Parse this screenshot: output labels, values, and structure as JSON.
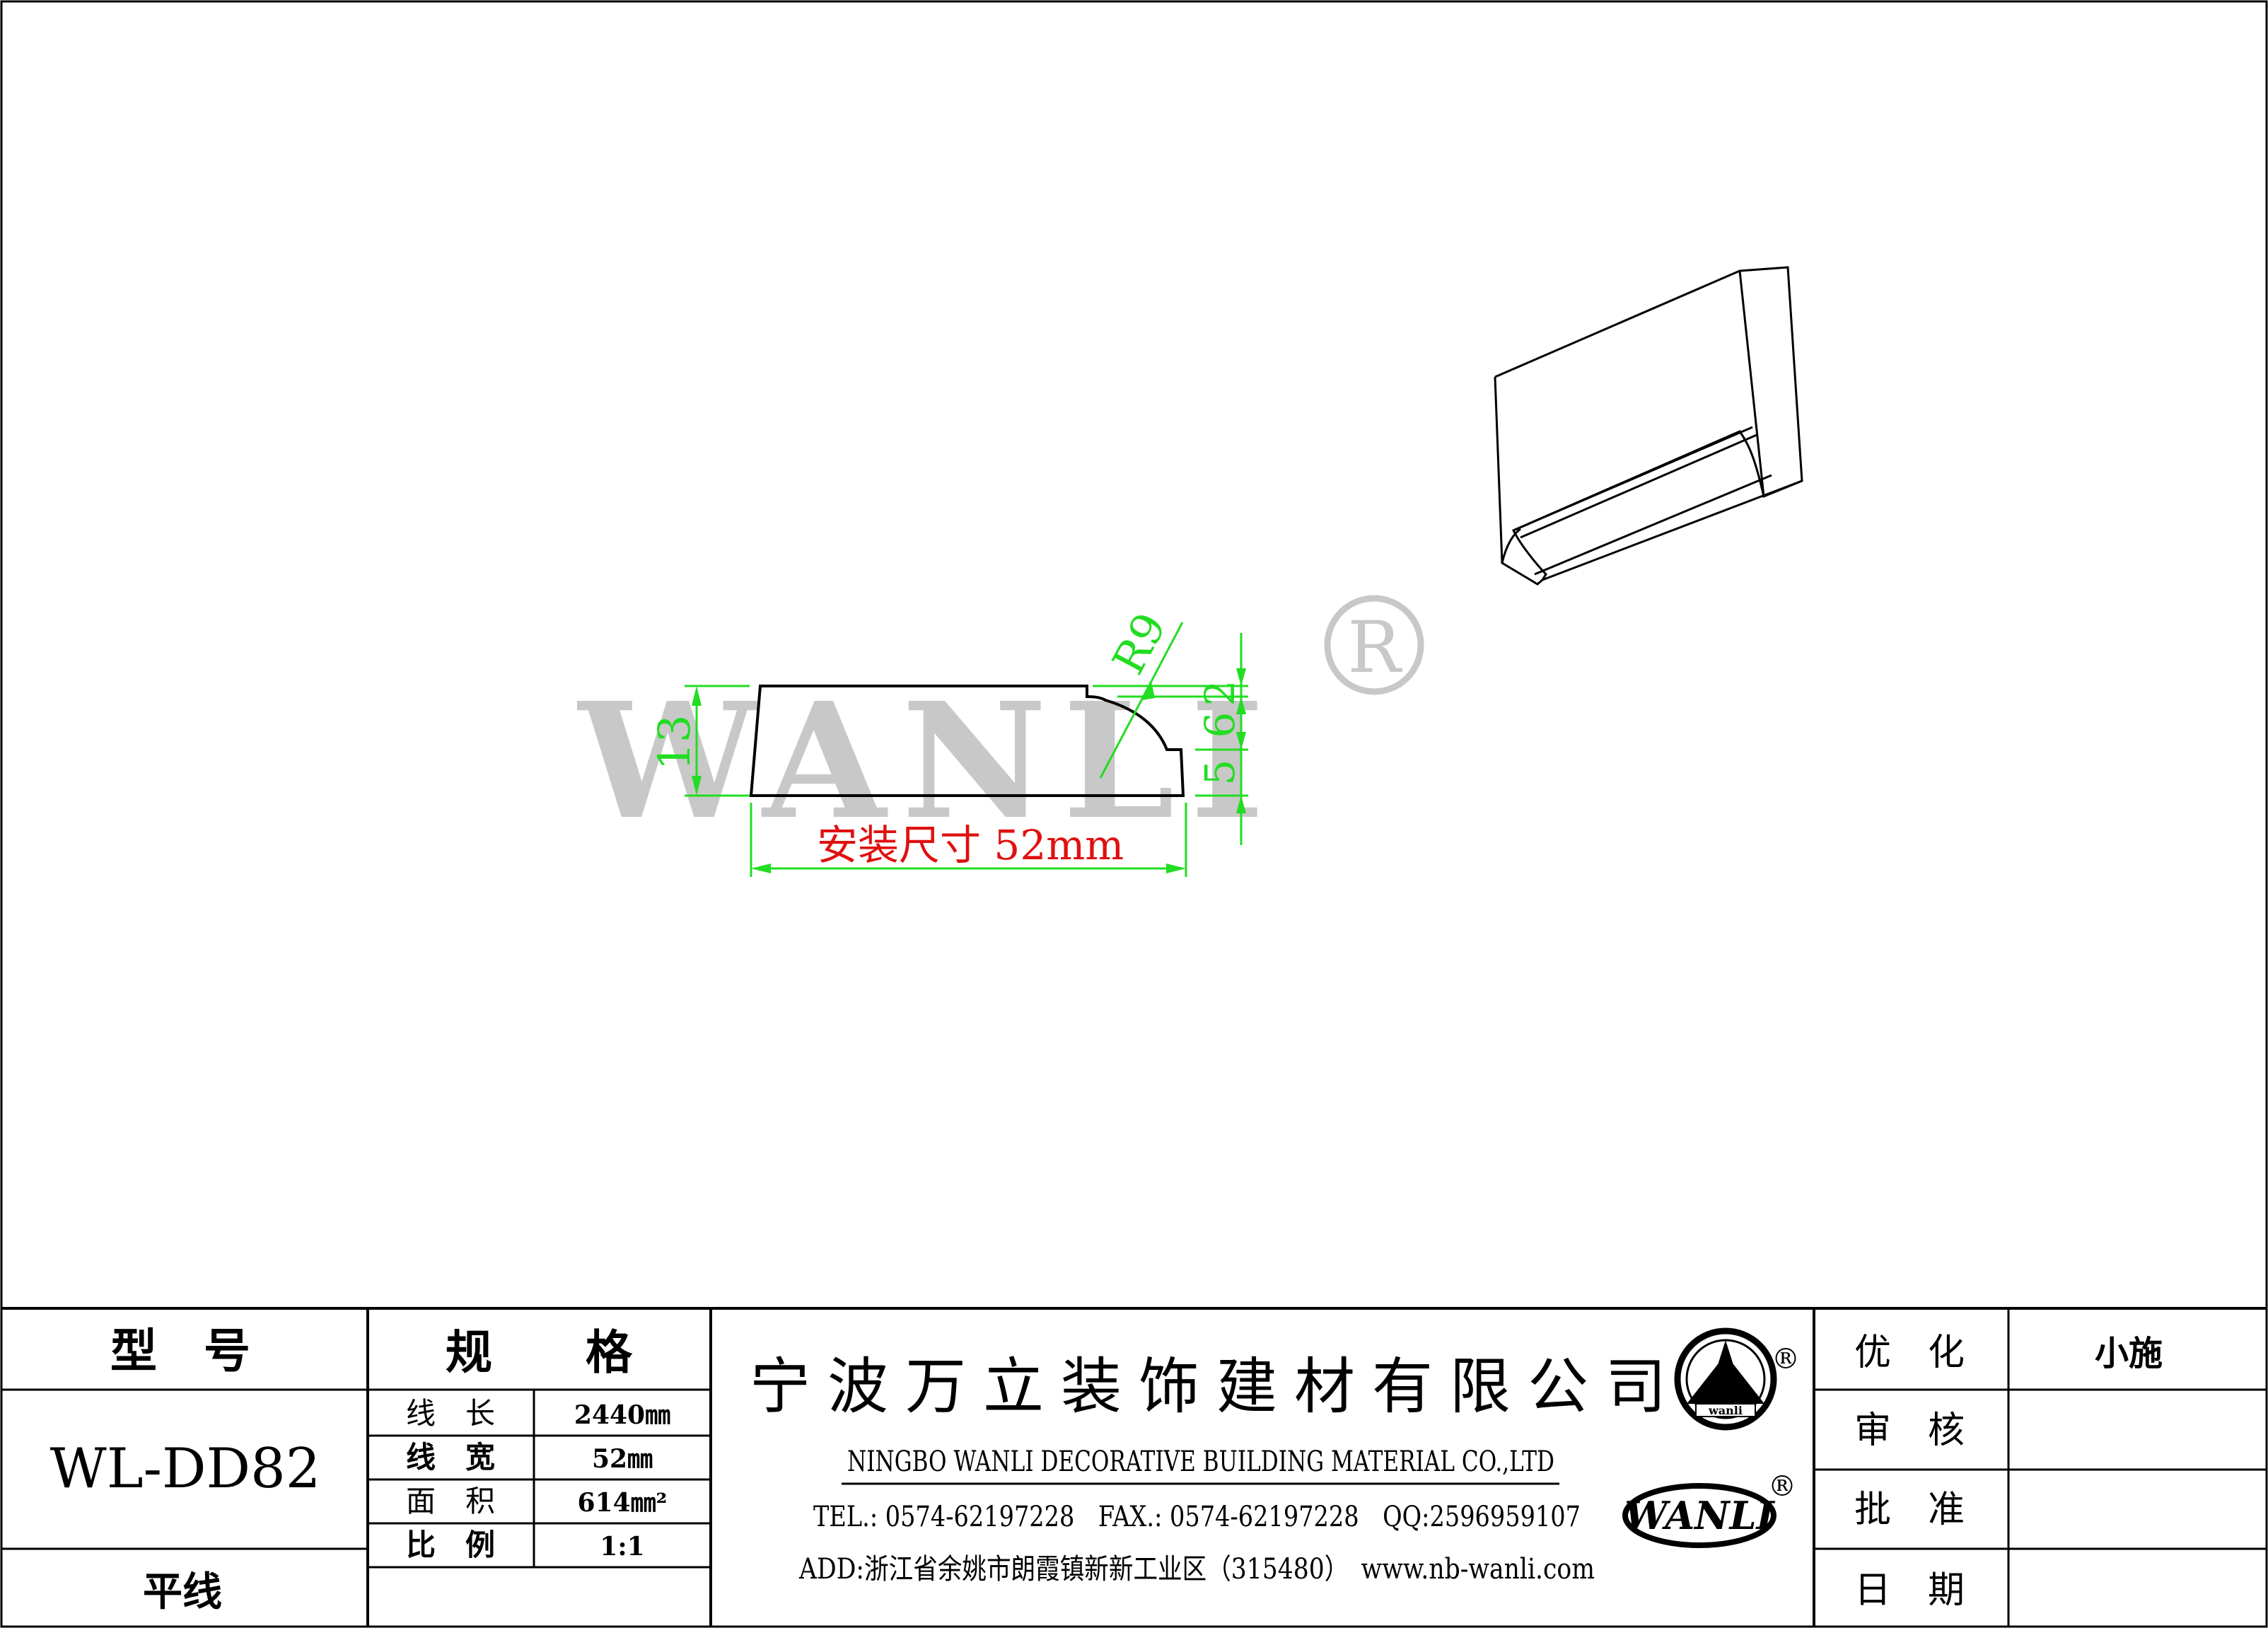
{
  "drawing": {
    "watermark": "WANLI",
    "watermark_mark": "®",
    "dimensions": {
      "height_label": "13",
      "radius_label": "R9",
      "right_upper_label": "2",
      "right_middle_label": "6",
      "right_lower_label": "5",
      "install_label": "安装尺寸 52mm"
    }
  },
  "title_block": {
    "model_header": "型　号",
    "model_value": "WL-DD82",
    "category": "平线",
    "spec_header": "规　　格",
    "specs": [
      {
        "label": "线　长",
        "value": "2440㎜"
      },
      {
        "label": "线　宽",
        "value": "52㎜"
      },
      {
        "label": "面　积",
        "value": "614㎜²"
      },
      {
        "label": "比　例",
        "value": "1:1"
      }
    ],
    "company_cn": "宁波万立装饰建材有限公司",
    "company_en": "NINGBO WANLI DECORATIVE BUILDING MATERIAL CO.,LTD",
    "contact": "TEL.: 0574-62197228　FAX.: 0574-62197228　QQ:2596959107",
    "address": "ADD:浙江省余姚市朗霞镇新新工业区（315480）　www.nb-wanli.com",
    "logo_text": "WANLI",
    "logo_small_text": "wanli",
    "registered_mark": "®",
    "approvals": [
      {
        "label": "优　化",
        "value": "小施"
      },
      {
        "label": "审　核",
        "value": ""
      },
      {
        "label": "批　准",
        "value": ""
      },
      {
        "label": "日　期",
        "value": ""
      }
    ]
  },
  "colors": {
    "line": "#000000",
    "dimension": "#22dd22",
    "install_text": "#e01010",
    "watermark": "#c8c8c8"
  }
}
